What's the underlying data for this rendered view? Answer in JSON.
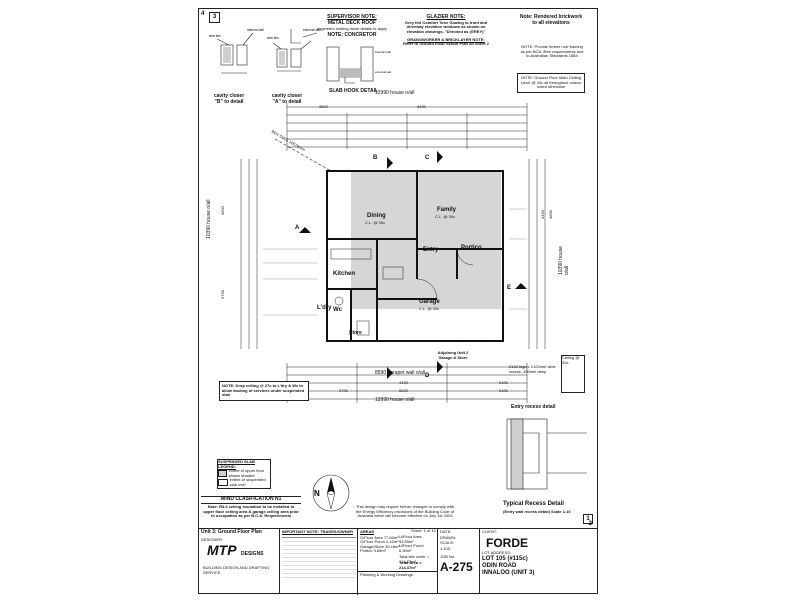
{
  "sheet": {
    "sheet_no_left": "3",
    "sheet_no_right": "2",
    "corner_marks": [
      "4",
      "1"
    ]
  },
  "notes": {
    "supervisor_title": "SUPERVISOR NOTE:",
    "supervisor_line1": "METAL DECK ROOF",
    "supervisor_line2": "engineers holding down details to apply",
    "concretor": "NOTE: CONCRETOR",
    "glazier_title": "GLAZIER NOTE:",
    "glazier_text": "Grey tint Comfort Tone Glazing to front and driveway elevation windows as shown on elevation drawings. \"Denoted as (GREY)\"",
    "grano_title": "GRANOWORKER & BRICKLAYER NOTE:",
    "grano_text": "Refer to Ground Floor Setout Plan on sheet 2",
    "rendered_line1": "Note: Rendered brickwork",
    "rendered_line2": "to all elevations",
    "side_note1": "NOTE: Provide timber roof framing as per BCA, fibre requirements and to Australian Standards 1684",
    "side_note2": "NOTE: Ground Floor Main Ceiling Level @ 30c all throughout unless noted otherwise",
    "drop_ceiling": "NOTE: Drop ceiling @ 27c to L'dry & Wc to allow ducting of services under suspended slab",
    "slab_hook": "SLAB HOOK DETAIL",
    "cavity_b": "cavity closer \"B\" to detail",
    "cavity_a": "cavity closer \"A\" to detail",
    "wind_title": "WIND CLASIFICATION N1",
    "wind_text": "Note: R3.0 ceiling insulation to be installed to upper floor ceiling area & garage ceiling area prior to occupation as per B.C.A. Requirements",
    "suspended_title": "SUSPENDED SLAB LEGEND:",
    "suspended_1": "extent of upper floor shown shaded",
    "suspended_2": "extent of suspended slab over",
    "energy_text": "This design may require further changes to comply with the Energy Efficiency provisions of the Building Code of Australia which will become effective on July 1st 2003"
  },
  "rooms": {
    "dining": "Dining",
    "family": "Family",
    "entry": "Entry",
    "portico": "Portico",
    "kitchen": "Kitchen",
    "ldry": "L'dry",
    "wc": "Wc",
    "garage": "Garage",
    "store": "Store",
    "adjoining": "Adjoining Unit 2 Garage & Store",
    "ceiling_label": "C.L. @ 30c"
  },
  "dimensions": {
    "top_overall": "12990 house o/all",
    "top_3500": "3500",
    "top_9490": "9490",
    "bottom_overall": "12990 house o/all",
    "bottom_8590": "8590 parapet wall o/all",
    "bottom_row": [
      "2000",
      "2700",
      "5200",
      "2400"
    ],
    "bottom_row2": [
      "2090",
      "4400",
      "2400"
    ],
    "left_overall": "10390 house o/all",
    "right_overall": "10390 house o/all",
    "left_4600": "4600",
    "left_5790": "5790",
    "right_4600": "4600",
    "right_4190": "4190",
    "bdy": "BDY DIAG 16576mm"
  },
  "sections": {
    "a": "A",
    "b": "B",
    "c": "C",
    "d": "D",
    "e": "E"
  },
  "recess": {
    "title": "Entry recess detail",
    "typical": "Typical Recess Detail",
    "typical_scale": "(Entry wall recess detail) Scale 1:10",
    "ceiling": "Ceiling @ 30c",
    "note": "2100 high x 2100mm wide recess, 190mm deep"
  },
  "title_block": {
    "unit_plan": "Unit 3: Ground Floor Plan",
    "designer_label": "DESIGNER:",
    "company_big": "MTP",
    "company": "DESIGNS",
    "company_sub": "BUILDING DESIGN AND DRAFTING SERVICE",
    "important_title": "IMPORTANT NOTE: TRADES/OWNER",
    "areas_title": "AREAS",
    "areas": [
      [
        "G/Floor Area",
        "77.60m²"
      ],
      [
        "G/Floor Porch",
        "4.42m²"
      ],
      [
        "Garage/Store",
        "39.18m²"
      ],
      [
        "Portico",
        "3.65m²"
      ]
    ],
    "areas2": [
      [
        "U/Floor Area",
        "93.90m²"
      ],
      [
        "U/Floor Porch",
        "6.30m²"
      ]
    ],
    "total_conc": "Total site cover = 124.87m²",
    "total_area": "Total Area = 214.37m²",
    "sheet_of": "Sheet: 1 of 10",
    "client_label": "CLIENT:",
    "client": "FORDE",
    "lot": "LOT 105 (#115c)",
    "road": "ODIN ROAD",
    "suburb": "INNALOO (UNIT 3)",
    "job_label": "JOB No:",
    "job_no": "A-275",
    "lot_label": "LOT ADDRESS:",
    "scale_label": "SCALE:",
    "scale": "1:100",
    "date_label": "DATE:",
    "drawn_label": "DRAWN:",
    "amendments": "Planning & Working Drawings"
  }
}
